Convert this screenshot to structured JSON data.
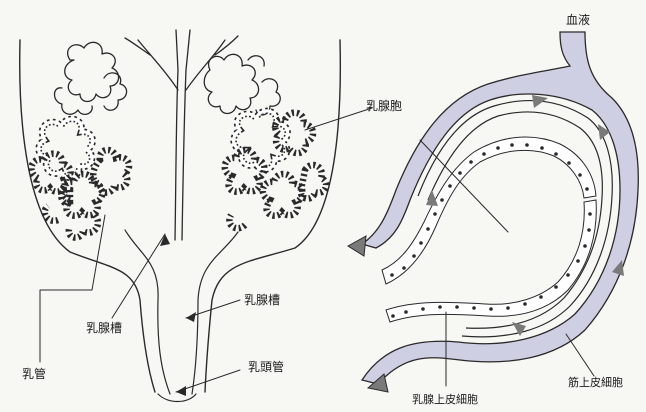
{
  "labels": {
    "blood": "血液",
    "alveolar_cell": "乳腺胞",
    "cistern": "乳腺槽",
    "alveolus": "乳腺槽",
    "teat_canal": "乳頭管",
    "duct": "乳管",
    "secretory_epithelial_cell": "乳腺上皮細胞",
    "myoepithelial_cell": "筋上皮細胞"
  }
}
